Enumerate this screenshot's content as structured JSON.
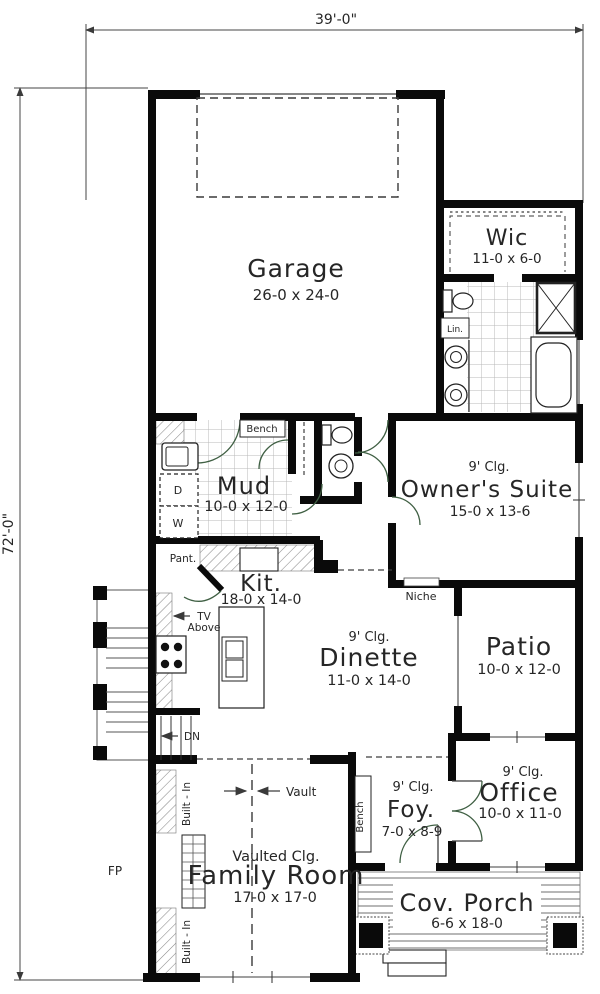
{
  "plan": {
    "dim_width": "39'-0\"",
    "dim_height": "72'-0\"",
    "rooms": {
      "garage": {
        "name": "Garage",
        "size": "26-0 x 24-0"
      },
      "wic": {
        "name": "Wic",
        "size": "11-0 x 6-0"
      },
      "mud": {
        "name": "Mud",
        "size": "10-0 x 12-0"
      },
      "owners_suite": {
        "clg": "9' Clg.",
        "name": "Owner's Suite",
        "size": "15-0 x 13-6"
      },
      "kitchen": {
        "name": "Kit.",
        "size": "18-0 x 14-0"
      },
      "dinette": {
        "clg": "9' Clg.",
        "name": "Dinette",
        "size": "11-0 x 14-0"
      },
      "patio": {
        "name": "Patio",
        "size": "10-0 x 12-0"
      },
      "foyer": {
        "clg": "9' Clg.",
        "name": "Foy.",
        "size": "7-0 x 8-9"
      },
      "office": {
        "clg": "9' Clg.",
        "name": "Office",
        "size": "10-0 x 11-0"
      },
      "family_room": {
        "clg": "Vaulted Clg.",
        "name": "Family Room",
        "size": "17-0 x 17-0"
      },
      "porch": {
        "name": "Cov. Porch",
        "size": "6-6 x 18-0"
      }
    },
    "annotations": {
      "bench_mud": "Bench",
      "bench_foyer": "Bench",
      "linen": "Lin.",
      "pantry": "Pant.",
      "tv_line1": "TV",
      "tv_line2": "Above",
      "down": "DN",
      "niche": "Niche",
      "vault": "Vault",
      "built_in_upper": "Built - In",
      "built_in_lower": "Built - In",
      "fireplace": "FP",
      "dryer": "D",
      "washer": "W"
    },
    "colors": {
      "wall": "#0a0a0a",
      "thin_line": "#3f3f3f",
      "dim_line": "#444444",
      "grid_line": "#b8b8b8",
      "hatch_line": "#8a8a8a",
      "deck_line": "#6f6f6f",
      "door_arc": "#3f5f43",
      "text": "#262626",
      "background": "#ffffff"
    }
  }
}
